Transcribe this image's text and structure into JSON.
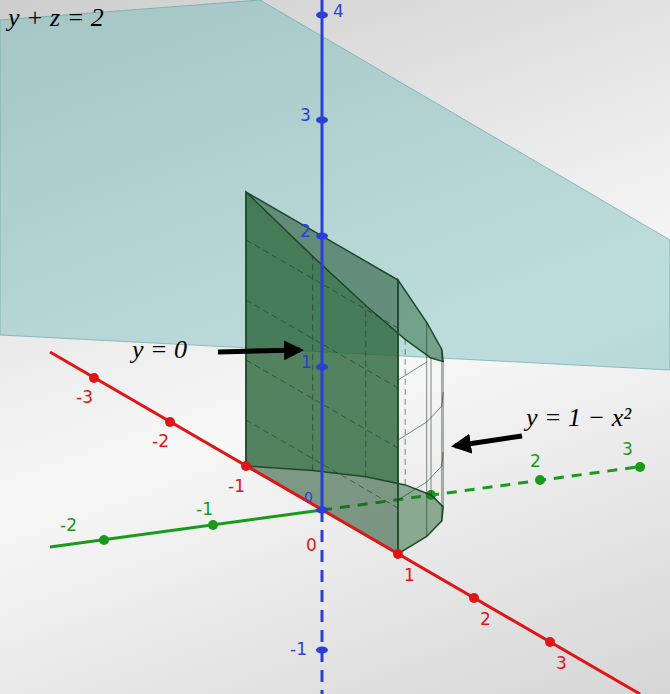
{
  "diagram": {
    "labels": [
      "y + z = 2",
      "y = 0",
      "y = 1 − x²",
      "4",
      "3",
      "2",
      "1",
      "0",
      "-1",
      "-3",
      "-2",
      "-1",
      "0",
      "1",
      "2",
      "3",
      "-2",
      "-1",
      "2",
      "3"
    ]
  }
}
